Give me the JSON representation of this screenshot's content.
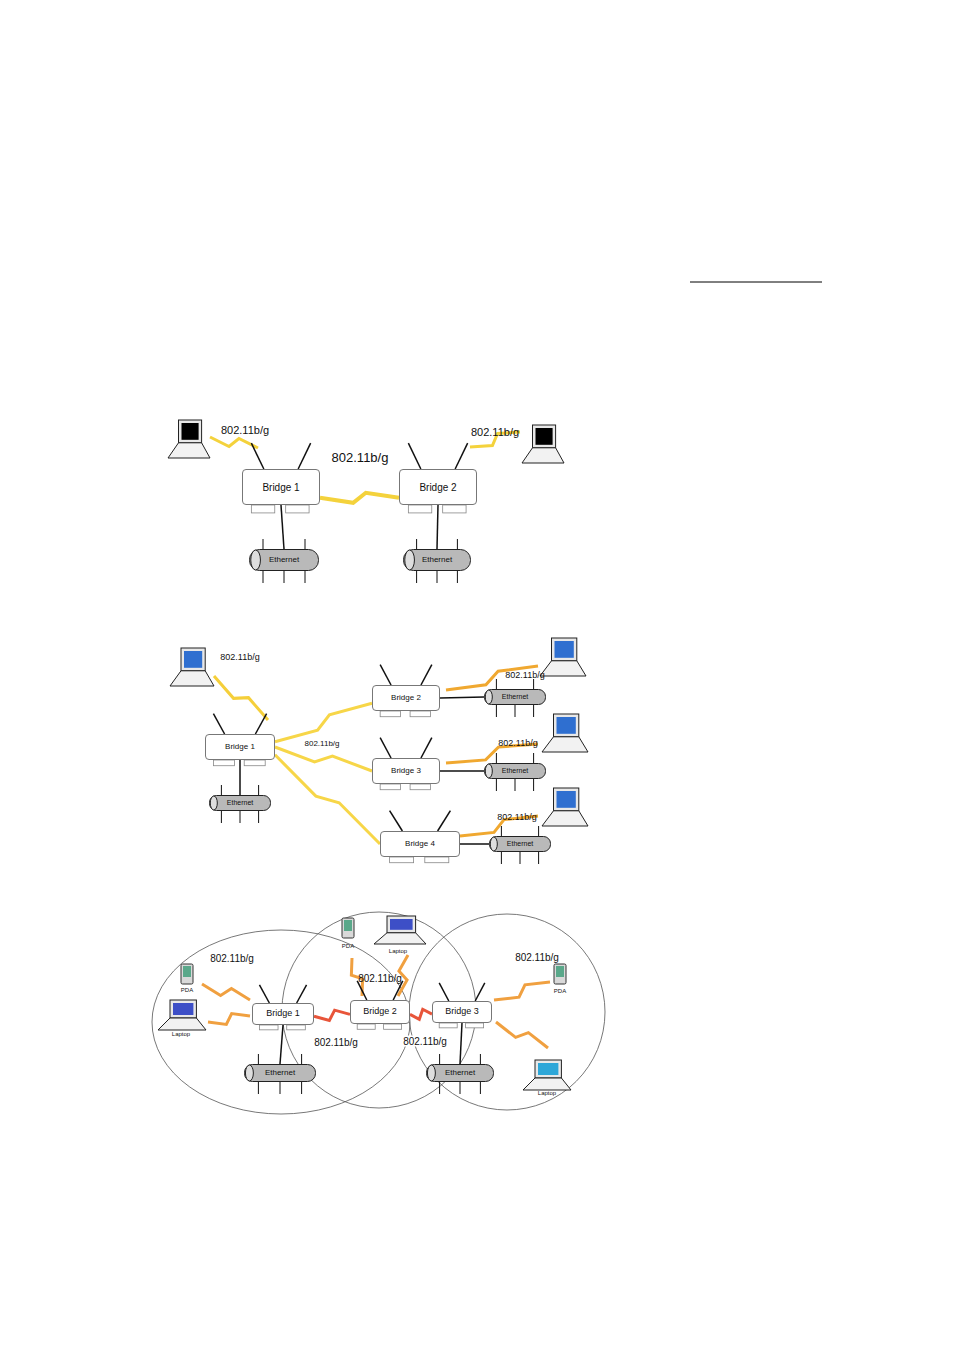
{
  "diagram": {
    "nodes": [
      {
        "text": [
          "Bridge 1"
        ]
      },
      {
        "text": [
          "Bridge 2"
        ]
      },
      {
        "text": [
          "Ethernet"
        ]
      },
      {
        "text": [
          "Ethernet"
        ]
      },
      {
        "text": [
          "Bridge 1"
        ]
      },
      {
        "text": [
          "Ethernet"
        ]
      },
      {
        "text": [
          "Bridge 2"
        ]
      },
      {
        "text": [
          "Ethernet"
        ]
      },
      {
        "text": [
          "Bridge 3"
        ]
      },
      {
        "text": [
          "Ethernet"
        ]
      },
      {
        "text": [
          "Bridge 4"
        ]
      },
      {
        "text": [
          "Ethernet"
        ]
      },
      {
        "text": [
          "Bridge 1"
        ]
      },
      {
        "text": [
          "Bridge 2"
        ]
      },
      {
        "text": [
          "Bridge 3"
        ]
      },
      {
        "text": [
          "Ethernet"
        ]
      },
      {
        "text": [
          "Ethernet"
        ]
      }
    ],
    "edges": [
      {
        "from": 0,
        "to": 1,
        "arrow": "none",
        "label": "802.11b/g"
      },
      {
        "from": 0,
        "to": 2,
        "arrow": "none"
      },
      {
        "from": 1,
        "to": 3,
        "arrow": "none"
      },
      {
        "from": 4,
        "to": 6,
        "arrow": "none"
      },
      {
        "from": 4,
        "to": 8,
        "arrow": "none",
        "label": "802.11b/g"
      },
      {
        "from": 4,
        "to": 10,
        "arrow": "none"
      },
      {
        "from": 4,
        "to": 5,
        "arrow": "none"
      },
      {
        "from": 6,
        "to": 7,
        "arrow": "none"
      },
      {
        "from": 8,
        "to": 9,
        "arrow": "none"
      },
      {
        "from": 10,
        "to": 11,
        "arrow": "none"
      },
      {
        "from": 12,
        "to": 13,
        "arrow": "none",
        "label": "802.11b/g"
      },
      {
        "from": 13,
        "to": 14,
        "arrow": "none",
        "label": "802.11b/g"
      },
      {
        "from": 12,
        "to": 15,
        "arrow": "none"
      },
      {
        "from": 14,
        "to": 16,
        "arrow": "none"
      }
    ],
    "labels": [
      "802.11b/g",
      "802.11b/g",
      "802.11b/g",
      "802.11b/g",
      "802.11b/g",
      "802.11b/g",
      "PDA",
      "802.11b/g",
      "Laptop",
      "802.11b/g",
      "PDA",
      "Laptop",
      "802.11b/g",
      "PDA",
      "Laptop"
    ]
  }
}
